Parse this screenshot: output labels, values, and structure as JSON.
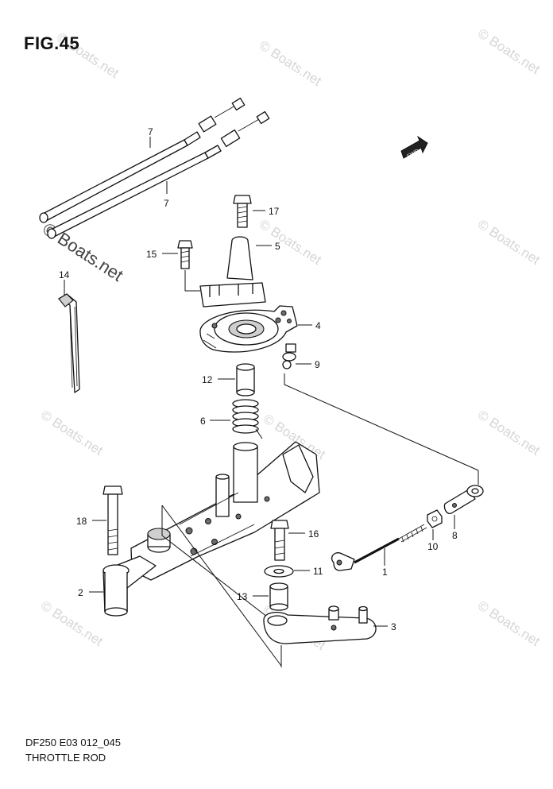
{
  "figure": {
    "title": "FIG.45",
    "code": "DF250 E03 012_045",
    "name": "THROTTLE ROD"
  },
  "fwd_label": "FWD",
  "watermark": "© Boats.net",
  "callouts": {
    "c1": "1",
    "c2": "2",
    "c3": "3",
    "c4": "4",
    "c5": "5",
    "c6": "6",
    "c7a": "7",
    "c7b": "7",
    "c8": "8",
    "c9": "9",
    "c10": "10",
    "c11": "11",
    "c12": "12",
    "c13": "13",
    "c14": "14",
    "c15": "15",
    "c16": "16",
    "c17": "17",
    "c18": "18"
  },
  "colors": {
    "line": "#111111",
    "watermark": "#d6d6d6",
    "background": "#ffffff"
  }
}
